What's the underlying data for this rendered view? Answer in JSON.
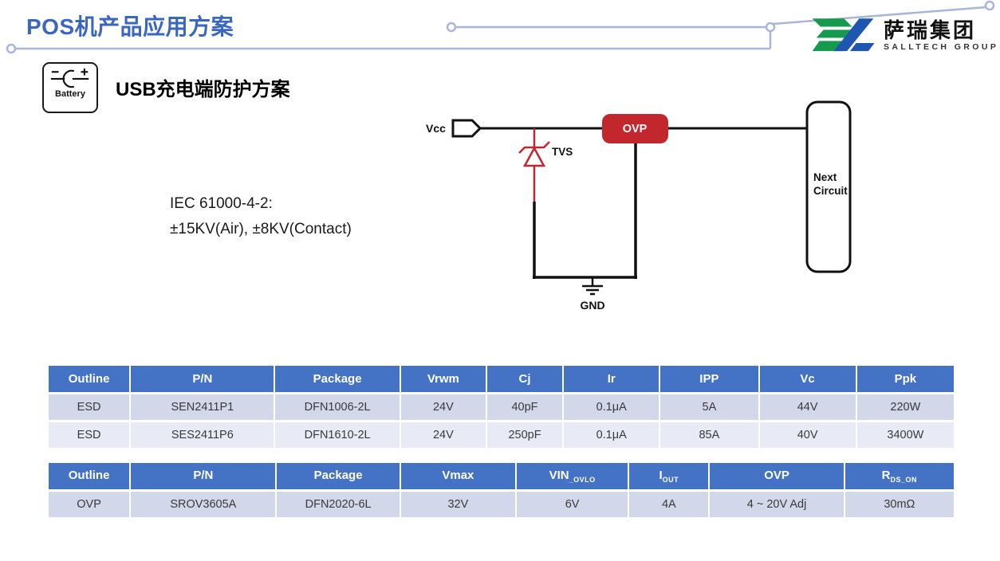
{
  "page": {
    "title": "POS机产品应用方案"
  },
  "logo": {
    "company_cn": "萨瑞集团",
    "company_en": "SALLTECH GROUP"
  },
  "section": {
    "battery_label": "Battery",
    "heading": "USB充电端防护方案"
  },
  "standard_note": {
    "line1": "IEC 61000-4-2:",
    "line2": "±15KV(Air), ±8KV(Contact)"
  },
  "circuit": {
    "vcc": "Vcc",
    "tvs": "TVS",
    "ovp": "OVP",
    "next_line1": "Next",
    "next_line2": "Circuit",
    "gnd": "GND"
  },
  "colors": {
    "title_blue": "#3A66BE",
    "table_header_blue": "#4472C4",
    "row_band_dark": "#D2D7EA",
    "row_band_light": "#E8EBF5",
    "accent_red": "#C1272D",
    "decor_line": "#A8B6DA",
    "logo_green": "#169B4E",
    "logo_blue": "#1F57B0"
  },
  "esd_table": {
    "headers": [
      "Outline",
      "P/N",
      "Package",
      "Vrwm",
      "Cj",
      "Ir",
      "IPP",
      "Vc",
      "Ppk"
    ],
    "rows": [
      [
        "ESD",
        "SEN2411P1",
        "DFN1006-2L",
        "24V",
        "40pF",
        "0.1μA",
        "5A",
        "44V",
        "220W"
      ],
      [
        "ESD",
        "SES2411P6",
        "DFN1610-2L",
        "24V",
        "250pF",
        "0.1μA",
        "85A",
        "40V",
        "3400W"
      ]
    ]
  },
  "ovp_table": {
    "headers": [
      {
        "base": "Outline"
      },
      {
        "base": "P/N"
      },
      {
        "base": "Package"
      },
      {
        "base": "Vmax"
      },
      {
        "base": "VIN",
        "sub": "_OVLO"
      },
      {
        "base": "I",
        "sub": "OUT"
      },
      {
        "base": "OVP"
      },
      {
        "base": "R",
        "sub": "DS_ON"
      }
    ],
    "rows": [
      [
        "OVP",
        "SROV3605A",
        "DFN2020-6L",
        "32V",
        "6V",
        "4A",
        "4 ~ 20V Adj",
        "30mΩ"
      ]
    ]
  }
}
